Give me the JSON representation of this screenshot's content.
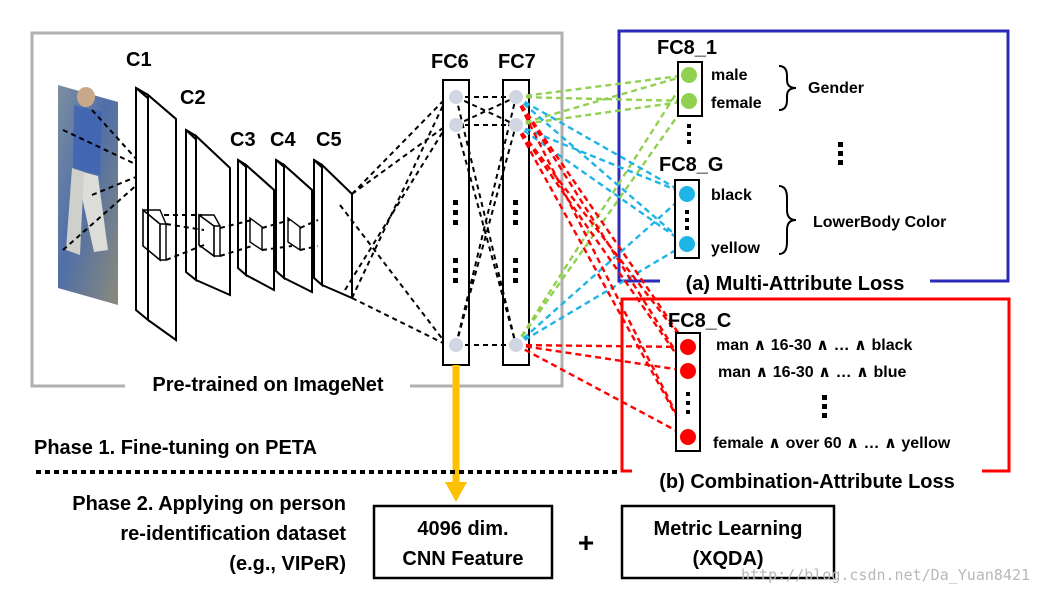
{
  "layers": {
    "c1": "C1",
    "c2": "C2",
    "c3": "C3",
    "c4": "C4",
    "c5": "C5",
    "fc6": "FC6",
    "fc7": "FC7"
  },
  "pretrained_label": "Pre-trained on ImageNet",
  "multi_attribute": {
    "fc8_1": "FC8_1",
    "fc8_g": "FC8_G",
    "attr_male": "male",
    "attr_female": "female",
    "group_gender": "Gender",
    "attr_black": "black",
    "attr_yellow": "yellow",
    "group_lowerbody": "LowerBody Color",
    "loss_label": "(a) Multi-Attribute Loss"
  },
  "combination_attribute": {
    "fc8_c": "FC8_C",
    "combo_1": "man ∧ 16-30 ∧ … ∧ black",
    "combo_2": "man ∧ 16-30 ∧ … ∧ blue",
    "combo_3": "female ∧ over 60 ∧ … ∧ yellow",
    "loss_label": "(b) Combination-Attribute Loss"
  },
  "phases": {
    "phase1": "Phase 1. Fine-tuning on PETA",
    "phase2_line1": "Phase 2. Applying on person",
    "phase2_line2": "re-identification dataset",
    "phase2_line3": "(e.g., VIPeR)"
  },
  "feature_box": {
    "line1": "4096 dim.",
    "line2": "CNN Feature"
  },
  "plus_sign": "+",
  "metric_box": {
    "line1": "Metric Learning",
    "line2": "(XQDA)"
  },
  "watermark": "http://blog.csdn.net/Da_Yuan8421",
  "colors": {
    "green": "#92d050",
    "cyan": "#1fb4e6",
    "red": "#ff0000",
    "blue_frame": "#2b2bb8",
    "gray_frame": "#b0b0b0",
    "arrow": "#ffc000",
    "node": "#d0d6e2"
  }
}
